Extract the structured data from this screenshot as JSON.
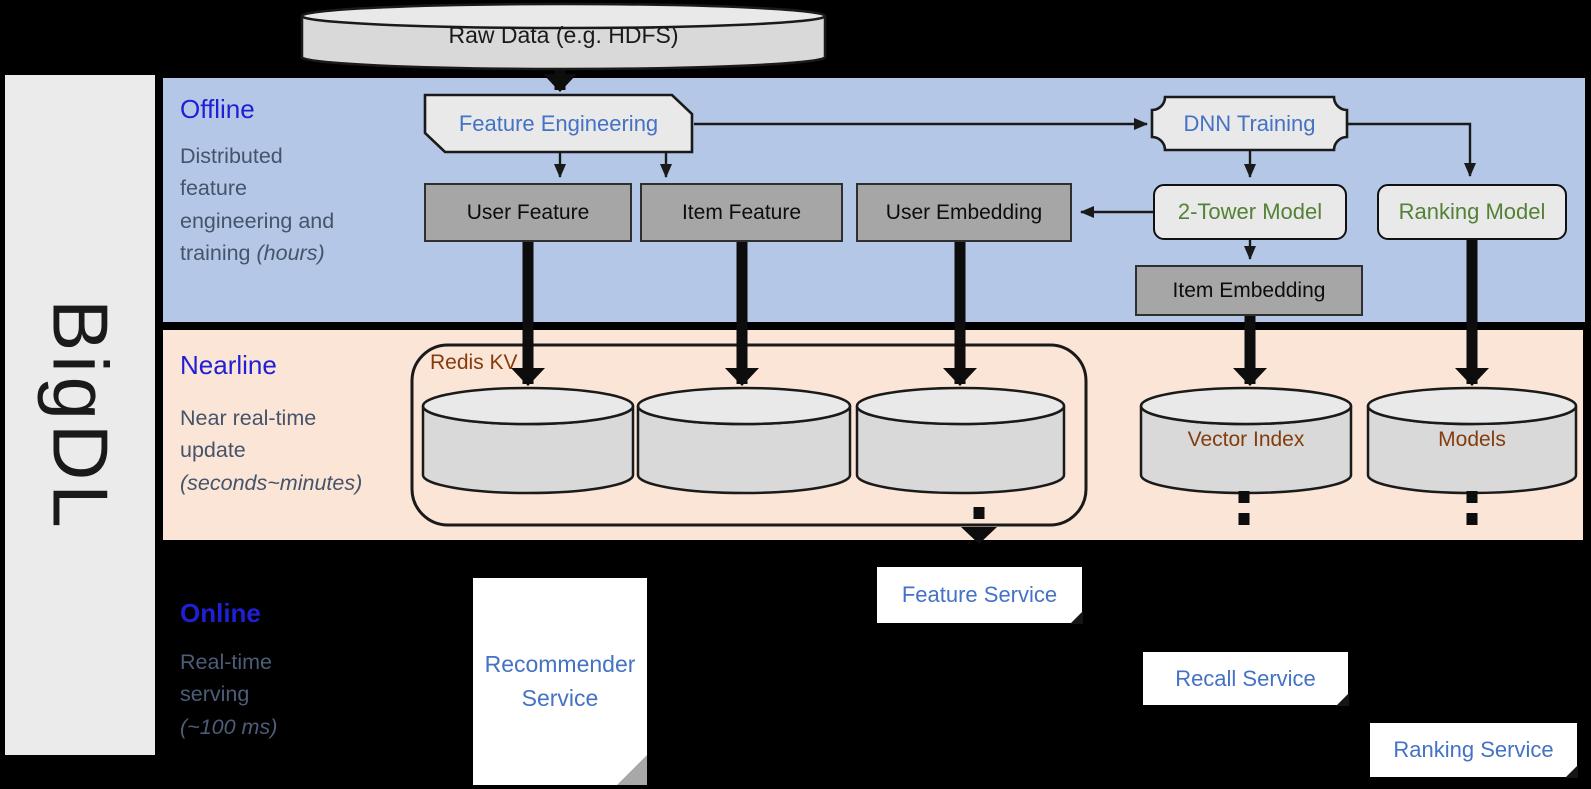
{
  "brand": {
    "name": "BigDL"
  },
  "raw_data": {
    "label": "Raw Data (e.g. HDFS)"
  },
  "sections": {
    "offline": {
      "title": "Offline",
      "desc": "Distributed feature engineering and training",
      "desc_note": "(hours)"
    },
    "nearline": {
      "title": "Nearline",
      "desc": "Near real-time update",
      "desc_note": "(seconds~minutes)"
    },
    "online": {
      "title": "Online",
      "desc": "Real-time serving",
      "desc_note": "(~100 ms)"
    }
  },
  "offline_nodes": {
    "feature_engineering": "Feature Engineering",
    "dnn_training": "DNN Training",
    "user_feature": "User Feature",
    "item_feature": "Item Feature",
    "user_embedding": "User Embedding",
    "two_tower_model": "2-Tower Model",
    "ranking_model": "Ranking Model",
    "item_embedding": "Item Embedding"
  },
  "nearline_nodes": {
    "redis_kv": "Redis KV",
    "vector_index": "Vector Index",
    "models": "Models"
  },
  "online_services": {
    "recommender": "Recommender Service",
    "feature": "Feature Service",
    "recall": "Recall Service",
    "ranking": "Ranking Service"
  },
  "colors": {
    "offline_band": "#b4c7e7",
    "nearline_band": "#fbe5d6",
    "online_background": "#000000",
    "sidebar_band": "#ebebeb",
    "gray_node_fill": "#a6a6a6",
    "light_node_fill": "#e9e9e9",
    "cylinder_fill": "#d9d9d9",
    "blue_text": "#4472c4",
    "green_text": "#538135",
    "brown_text": "#843c0c",
    "section_title_blue": "#1f1fd6",
    "section_desc": "#44546a"
  }
}
